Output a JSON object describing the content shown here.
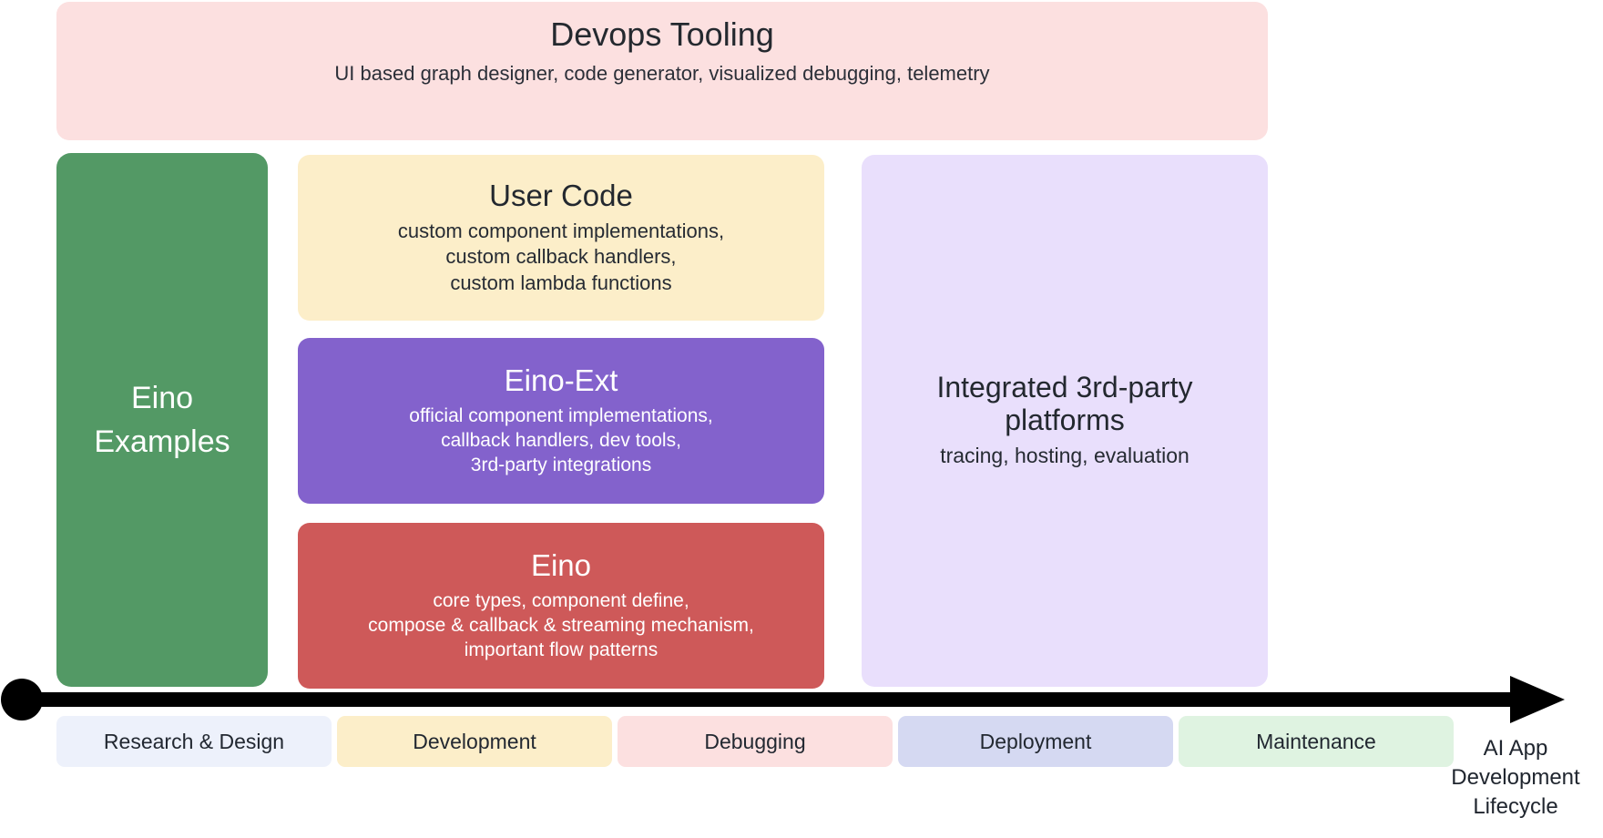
{
  "diagram": {
    "type": "layered-architecture",
    "caption": "AI App Development Lifecycle"
  },
  "devops": {
    "title": "Devops Tooling",
    "subtitle": "UI based graph designer, code generator, visualized debugging, telemetry",
    "color": "#FCE0E0"
  },
  "examples": {
    "line1": "Eino",
    "line2": "Examples",
    "color": "#539965"
  },
  "layers": [
    {
      "name": "user-code",
      "title": "User Code",
      "sub_lines": [
        "custom component implementations,",
        "custom callback handlers,",
        "custom lambda functions"
      ],
      "color": "#FCEEC9"
    },
    {
      "name": "eino-ext",
      "title": "Eino-Ext",
      "sub_lines": [
        "official component implementations,",
        "callback handlers, dev tools,",
        "3rd-party integrations"
      ],
      "color": "#8362CC"
    },
    {
      "name": "eino",
      "title": "Eino",
      "sub_lines": [
        "core types, component define,",
        "compose & callback & streaming mechanism,",
        "important flow patterns"
      ],
      "color": "#CE5959"
    }
  ],
  "thirdparty": {
    "title_line1": "Integrated 3rd-party",
    "title_line2": "platforms",
    "subtitle": "tracing, hosting, evaluation",
    "color": "#E9DFFC"
  },
  "lifecycle": {
    "caption_line1": "AI App",
    "caption_line2": "Development",
    "caption_line3": "Lifecycle",
    "stages": [
      {
        "label": "Research & Design",
        "color": "#EDF1FB"
      },
      {
        "label": "Development",
        "color": "#FCEEC9"
      },
      {
        "label": "Debugging",
        "color": "#FCE0E0"
      },
      {
        "label": "Deployment",
        "color": "#D5D9F2"
      },
      {
        "label": "Maintenance",
        "color": "#DFF3E1"
      }
    ]
  }
}
